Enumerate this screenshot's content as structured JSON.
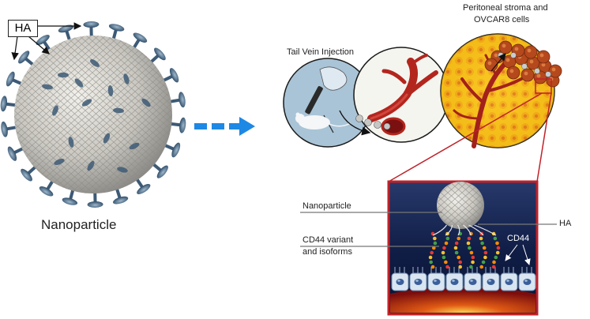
{
  "labels": {
    "ha_box": "HA",
    "nanoparticle_caption": "Nanoparticle",
    "tail_vein": "Tail Vein Injection",
    "stroma_line1": "Peritoneal stroma and",
    "stroma_line2": "OVCAR8 cells",
    "inset_nanoparticle": "Nanoparticle",
    "inset_ha": "HA",
    "cd44_variant_line1": "CD44 variant",
    "cd44_variant_line2": "and isoforms",
    "inset_cd44": "CD44"
  },
  "colors": {
    "arrow_blue": "#1e88e5",
    "vessel_red": "#b3261e",
    "tumor_yellow": "#f4c21a",
    "inset_bg": "#0d1a3a",
    "inset_border": "#c0222a",
    "mouse_panel": "#a9c4d6"
  }
}
